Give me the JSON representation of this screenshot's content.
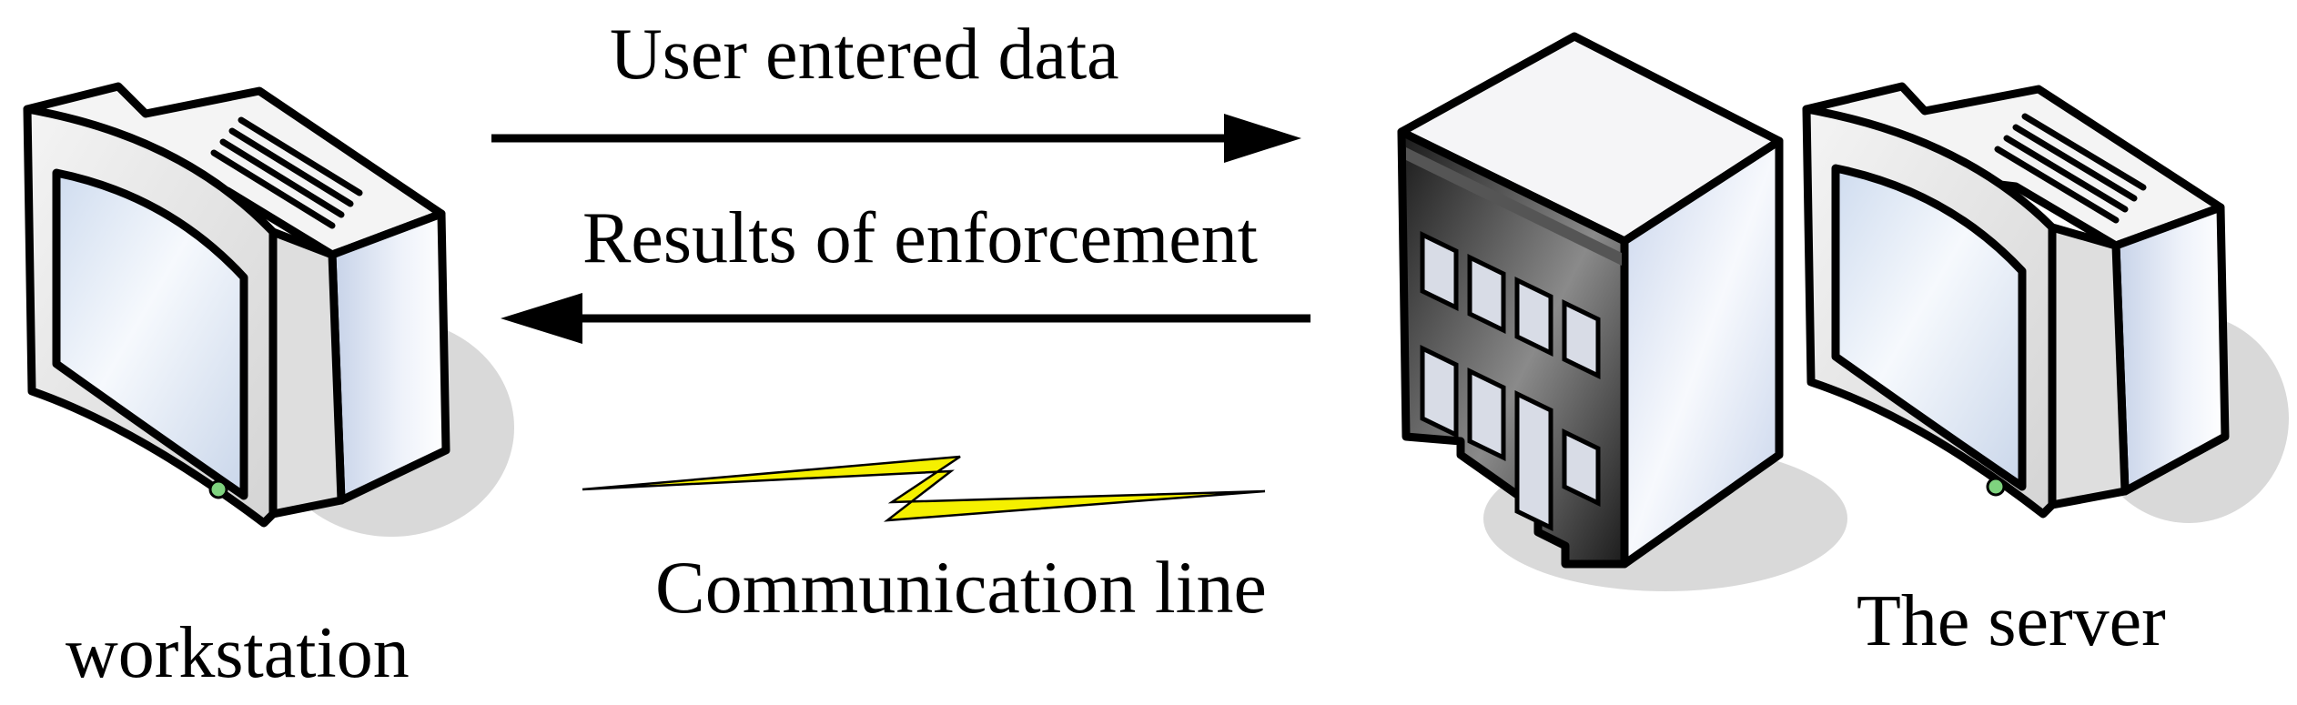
{
  "labels": {
    "user_entered_data": "User entered data",
    "results_of_enforcement": "Results of enforcement",
    "communication_line": "Communication line",
    "workstation": "workstation",
    "the_server": "The server"
  },
  "icons": {
    "workstation": "monitor-icon",
    "building": "building-icon",
    "server": "monitor-icon",
    "link": "lightning-bolt-icon"
  },
  "colors": {
    "bolt": "#f5f000",
    "screen": "#dfe8f5",
    "case": "#eef0f7",
    "led": "#7fd37f",
    "shadow": "#d9d9d9"
  }
}
